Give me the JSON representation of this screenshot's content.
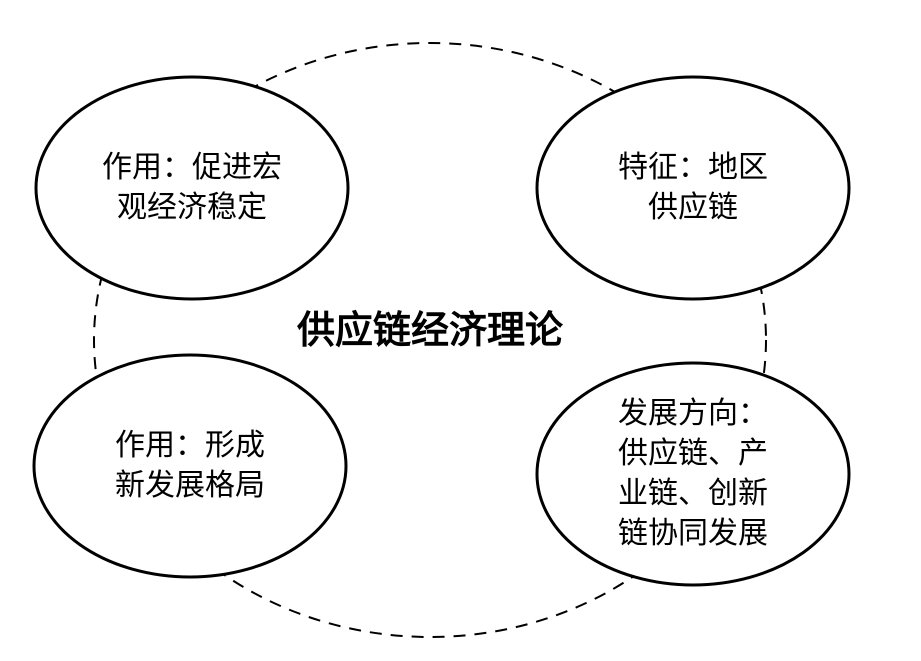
{
  "diagram": {
    "center_title": "供应链经济理论",
    "nodes": [
      {
        "id": "top-left",
        "label": "作用：促进宏\n观经济稳定"
      },
      {
        "id": "top-right",
        "label": "特征：地区\n供应链"
      },
      {
        "id": "bottom-left",
        "label": "作用：形成\n新发展格局"
      },
      {
        "id": "bottom-right",
        "label": "发展方向：\n供应链、产\n业链、创新\n链协同发展"
      }
    ]
  },
  "colors": {
    "stroke": "#000000",
    "background": "#ffffff"
  }
}
